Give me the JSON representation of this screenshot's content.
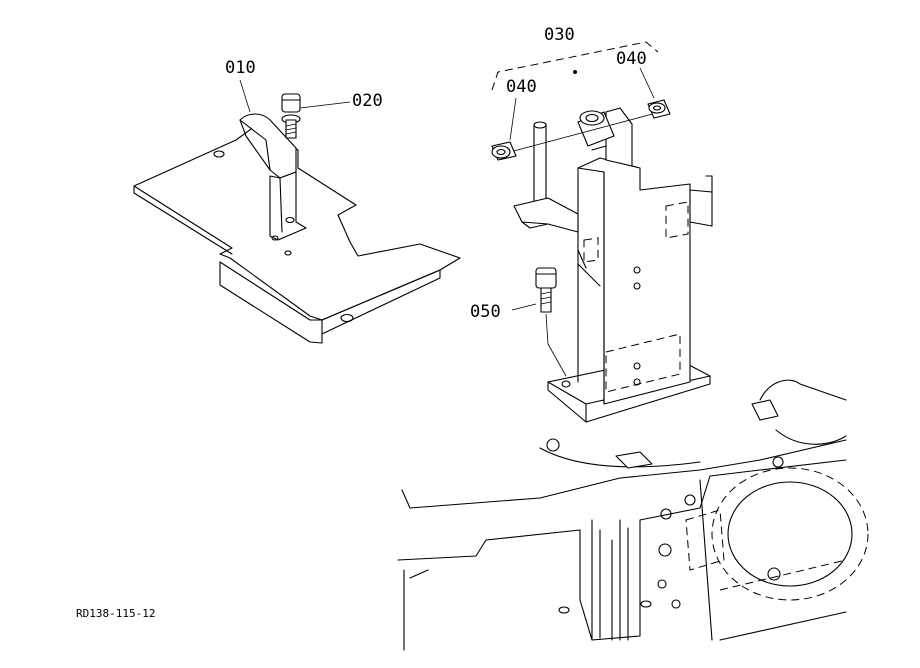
{
  "labels": {
    "part_010": "010",
    "part_020": "020",
    "part_030": "030",
    "part_040_left": "040",
    "part_040_right": "040",
    "part_050": "050"
  },
  "reference_code": "RD138-115-12"
}
